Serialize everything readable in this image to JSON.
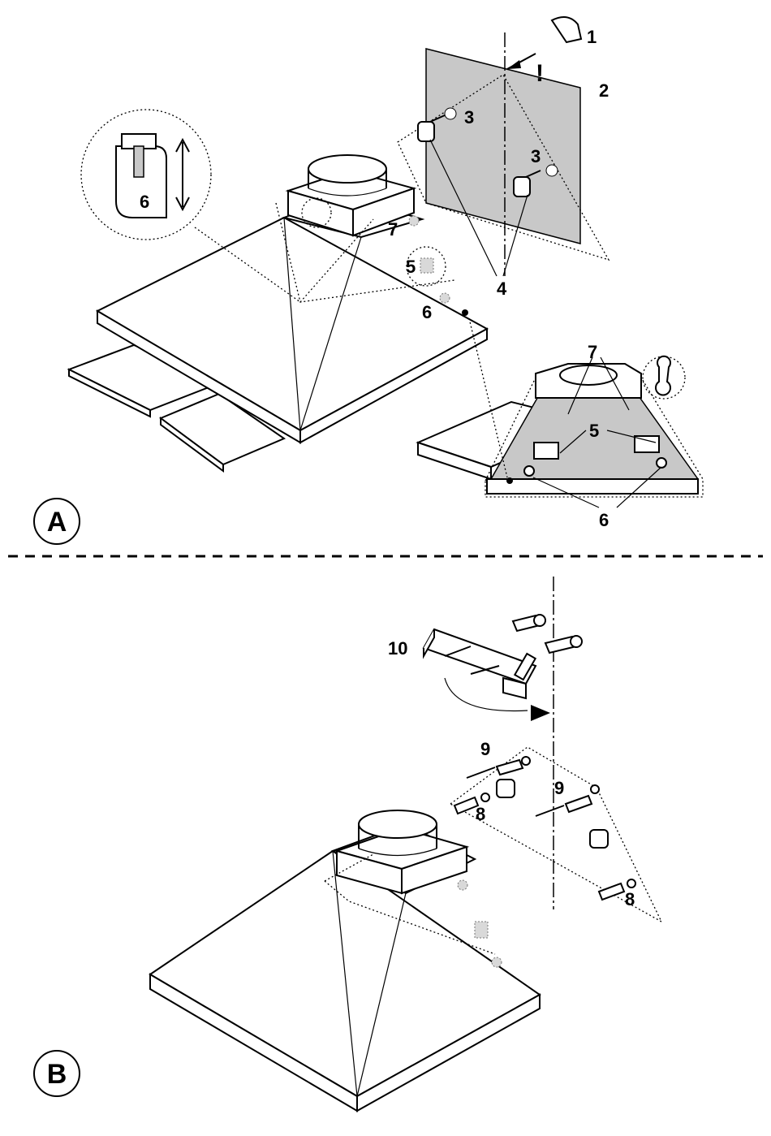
{
  "sections": [
    {
      "id": "A",
      "label": "A"
    },
    {
      "id": "B",
      "label": "B"
    }
  ],
  "callouts": {
    "a_1": "1",
    "a_excl": "!",
    "a_2": "2",
    "a_3a": "3",
    "a_3b": "3",
    "a_4": "4",
    "a_zoom_6": "6",
    "a_7": "7",
    "a_5": "5",
    "a_6": "6",
    "a_under_7": "7",
    "a_under_5": "5",
    "a_under_6": "6",
    "b_10": "10",
    "b_9a": "9",
    "b_9b": "9",
    "b_8a": "8",
    "b_8b": "8"
  },
  "colors": {
    "line": "#000000",
    "panel": "#c8c8c8",
    "background": "#ffffff"
  }
}
